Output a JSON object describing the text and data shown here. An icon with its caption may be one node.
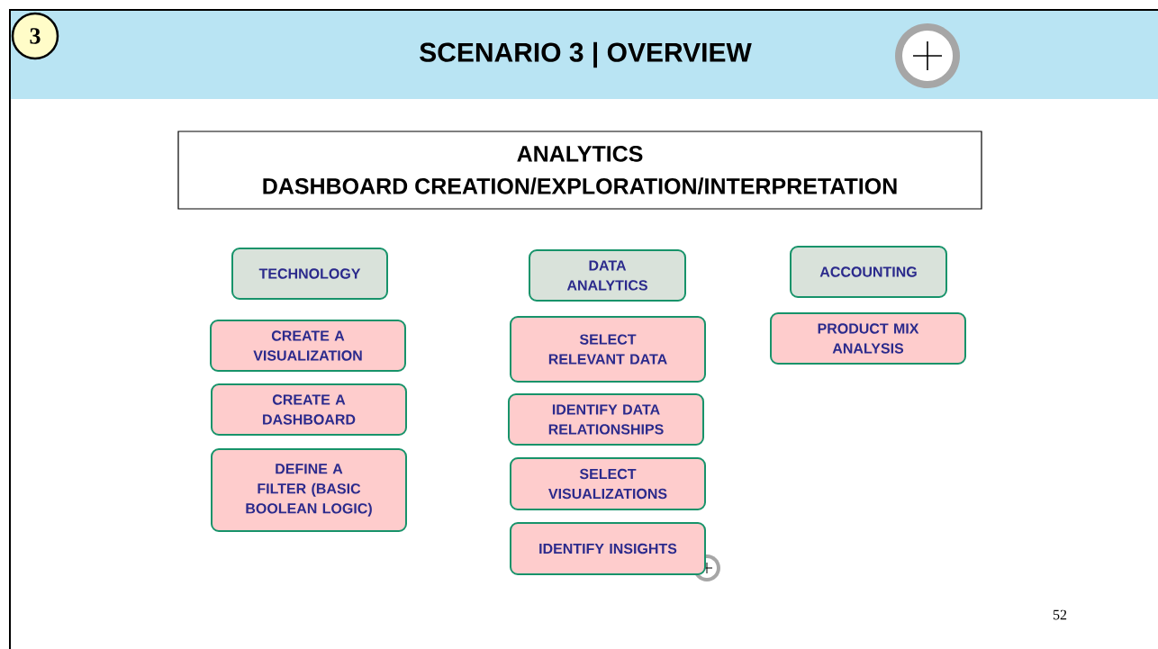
{
  "diagram": {
    "title": "SCENARIO 3 | OVERVIEW",
    "nodes": [
      {
        "text": [
          "3"
        ]
      },
      {
        "text": [
          "ANALYTICS",
          "DASHBOARD CREATION/EXPLORATION/INTERPRETATION"
        ]
      },
      {
        "text": [
          "TECHNOLOGY"
        ]
      },
      {
        "text": [
          "CREATE A VISUALIZATION"
        ]
      },
      {
        "text": [
          "CREATE A DASHBOARD"
        ]
      },
      {
        "text": [
          "DEFINE A FILTER (BASIC BOOLEAN LOGIC)"
        ]
      },
      {
        "text": [
          "DATA ANALYTICS"
        ]
      },
      {
        "text": [
          "SELECT RELEVANT DATA"
        ]
      },
      {
        "text": [
          "IDENTIFY DATA RELATIONSHIPS"
        ]
      },
      {
        "text": [
          "SELECT VISUALIZATIONS"
        ]
      },
      {
        "text": [
          "IDENTIFY INSIGHTS"
        ]
      },
      {
        "text": [
          "ACCOUNTING"
        ]
      },
      {
        "text": [
          "PRODUCT MIX ANALYSIS"
        ]
      }
    ],
    "labels": [
      "52"
    ]
  }
}
